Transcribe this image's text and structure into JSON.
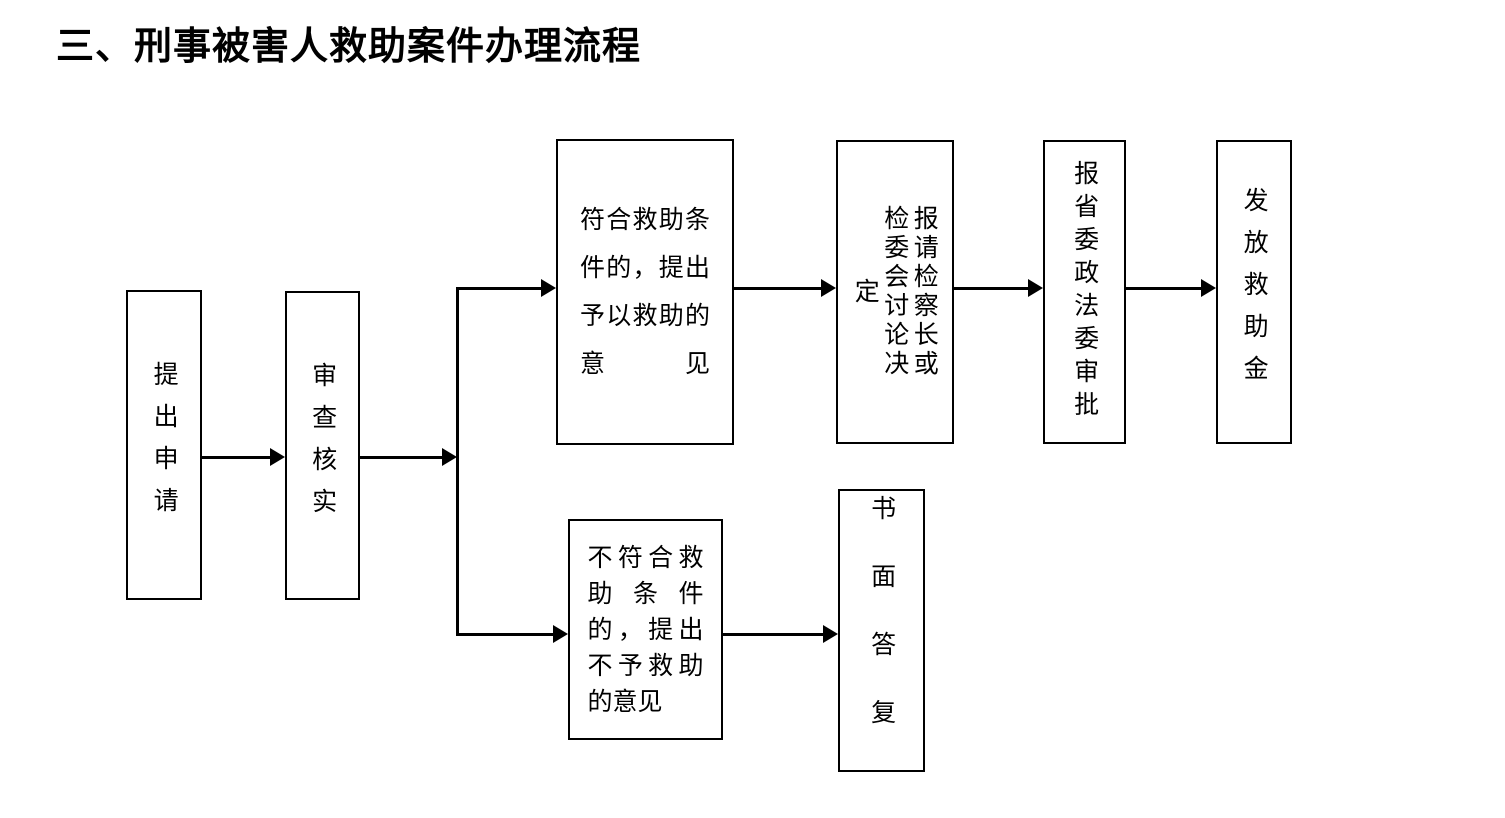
{
  "document": {
    "title": "三、刑事被害人救助案件办理流程"
  },
  "flowchart": {
    "type": "process-flow",
    "orientation": "left-to-right",
    "nodes": [
      {
        "id": "n1",
        "label": "提出申请",
        "layout": "vertical-single-column"
      },
      {
        "id": "n2",
        "label": "审查核实",
        "layout": "vertical-single-column"
      },
      {
        "id": "n3",
        "label": "符合救助条件的，提出予以救助的意见",
        "layout": "horizontal-justified-4-per-line"
      },
      {
        "id": "n4",
        "label": "报请检察长或检委会讨论决定",
        "layout": "vertical-two-column"
      },
      {
        "id": "n5",
        "label": "报省委政法委审批",
        "layout": "vertical-single-column"
      },
      {
        "id": "n6",
        "label": "发放救助金",
        "layout": "vertical-single-column"
      },
      {
        "id": "n7",
        "label": "不符合救助条件的，提出不予救助的意见",
        "layout": "horizontal-justified-3-per-line"
      },
      {
        "id": "n8",
        "label": "书面答复",
        "layout": "vertical-single-column-wide"
      }
    ],
    "edges": [
      {
        "from": "n1",
        "to": "n2",
        "kind": "straight-arrow"
      },
      {
        "from": "n2",
        "to": "branch",
        "kind": "straight-arrow"
      },
      {
        "from": "branch",
        "to": "n3",
        "kind": "elbow-arrow-up"
      },
      {
        "from": "branch",
        "to": "n7",
        "kind": "elbow-arrow-down"
      },
      {
        "from": "n3",
        "to": "n4",
        "kind": "straight-arrow"
      },
      {
        "from": "n4",
        "to": "n5",
        "kind": "straight-arrow"
      },
      {
        "from": "n5",
        "to": "n6",
        "kind": "straight-arrow"
      },
      {
        "from": "n7",
        "to": "n8",
        "kind": "straight-arrow"
      }
    ]
  },
  "colors": {
    "stroke": "#000000",
    "fill": "#ffffff",
    "text": "#000000"
  }
}
